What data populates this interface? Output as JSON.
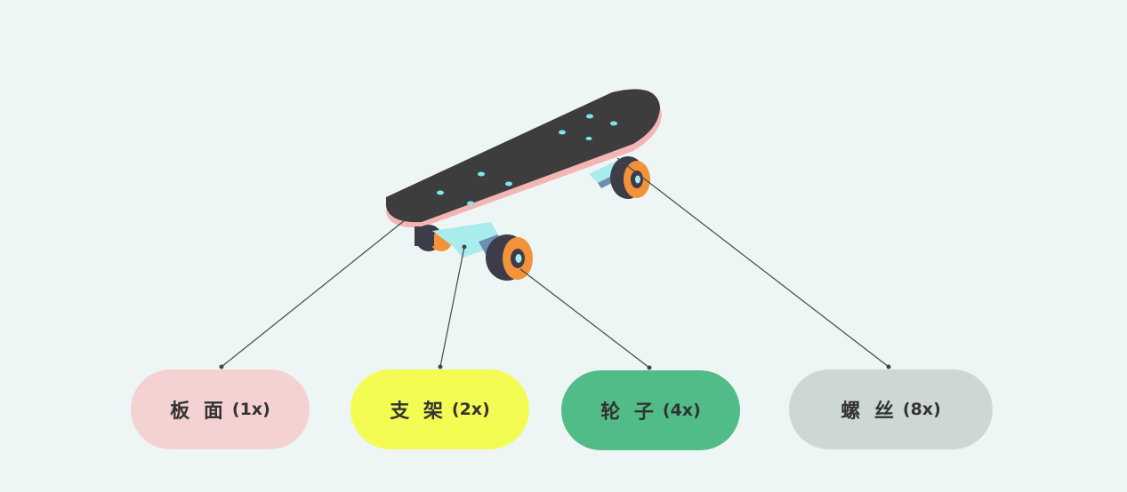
{
  "diagram": {
    "parts": [
      {
        "id": "deck",
        "name": "板 面",
        "count": "(1x)",
        "color": "#f5d2d2"
      },
      {
        "id": "truck",
        "name": "支 架",
        "count": "(2x)",
        "color": "#f2fc52"
      },
      {
        "id": "wheel",
        "name": "轮 子",
        "count": "(4x)",
        "color": "#52bc88"
      },
      {
        "id": "screw",
        "name": "螺 丝",
        "count": "(8x)",
        "color": "#cdd8d3"
      }
    ]
  },
  "colors": {
    "background": "#eef6f5",
    "deck_top": "#3d3d3d",
    "deck_edge": "#f4b5b5",
    "truck": "#a9ecec",
    "wheel_orange": "#f2933a",
    "wheel_dark": "#3d3d4a",
    "leader_line": "#444444"
  }
}
